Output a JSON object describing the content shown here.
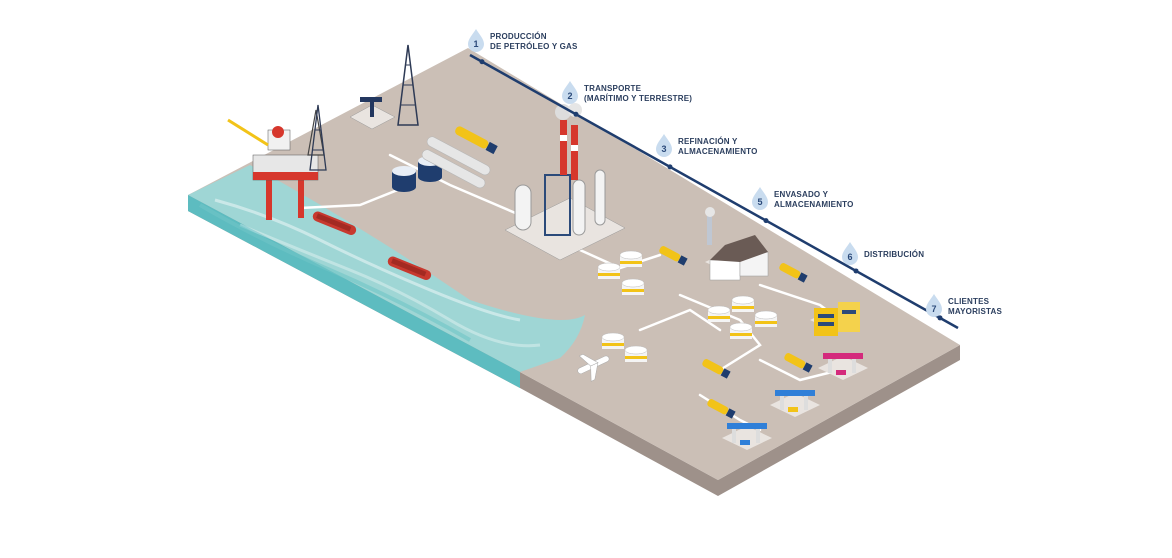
{
  "colors": {
    "ground": "#cbbfb6",
    "ground_side": "#9e918a",
    "sea_light": "#9fd6d5",
    "sea_dark": "#5dbcc0",
    "timeline": "#1f3d6e",
    "drop": "#c9dcef",
    "pipe": "#ffffff",
    "tanker": "#c7392f",
    "truck_yellow": "#f2c318",
    "rig_red": "#d6372c",
    "pump_navy": "#23375f",
    "station_blue": "#2f7fd8",
    "station_magenta": "#d42a7c"
  },
  "steps": [
    {
      "number": "1",
      "lines": [
        "PRODUCCIÓN",
        "DE PETRÓLEO Y GAS"
      ]
    },
    {
      "number": "2",
      "lines": [
        "TRANSPORTE",
        "(MARÍTIMO Y TERRESTRE)"
      ]
    },
    {
      "number": "3",
      "lines": [
        "REFINACIÓN Y",
        "ALMACENAMIENTO"
      ]
    },
    {
      "number": "5",
      "lines": [
        "ENVASADO Y",
        "ALMACENAMIENTO"
      ]
    },
    {
      "number": "6",
      "lines": [
        "DISTRIBUCIÓN"
      ]
    },
    {
      "number": "7",
      "lines": [
        "CLIENTES",
        "MAYORISTAS"
      ]
    }
  ],
  "icons": [
    "offshore-rig-icon",
    "oil-tanker-icon",
    "pumpjack-icon",
    "derrick-icon",
    "refinery-icon",
    "storage-tank-icon",
    "fuel-truck-icon",
    "bottling-plant-icon",
    "airplane-icon",
    "gas-station-icon",
    "wholesale-building-icon"
  ]
}
